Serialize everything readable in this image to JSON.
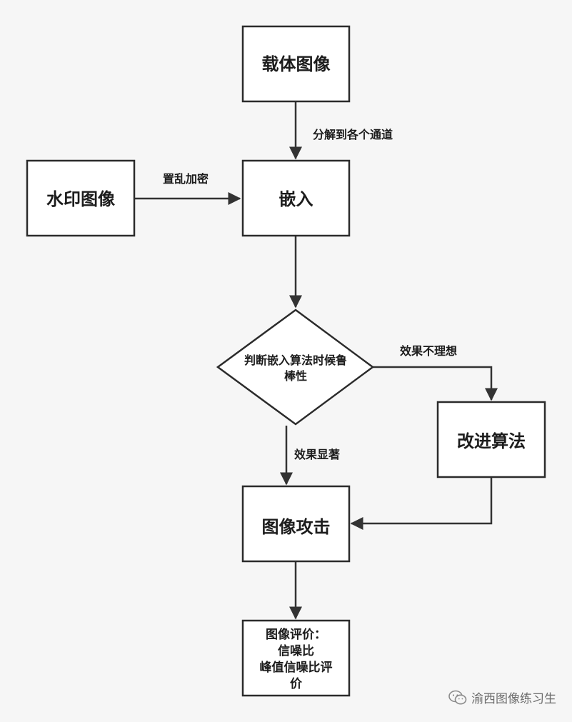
{
  "nodes": {
    "carrier_image": "载体图像",
    "watermark_image": "水印图像",
    "embed": "嵌入",
    "decision": [
      "判断嵌入算法时候鲁",
      "棒性"
    ],
    "improve_algorithm": "改进算法",
    "image_attack": "图像攻击",
    "evaluation": [
      "图像评价：",
      "信噪比",
      "峰值信噪比评",
      "价"
    ]
  },
  "edges": {
    "decompose_channels": "分解到各个通道",
    "scramble_encrypt": "置乱加密",
    "effect_not_ideal": "效果不理想",
    "effect_significant": "效果显著"
  },
  "watermark": {
    "text": "渝西图像练习生",
    "icon": "wechat-icon"
  }
}
